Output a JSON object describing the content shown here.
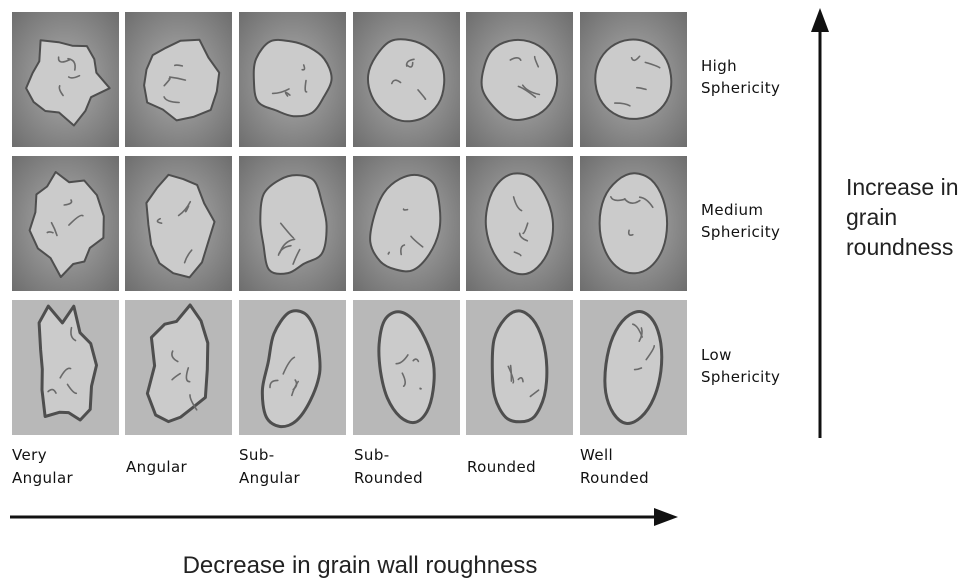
{
  "diagram": {
    "row_labels": [
      {
        "line1": "High",
        "line2": "Sphericity"
      },
      {
        "line1": "Medium",
        "line2": "Sphericity"
      },
      {
        "line1": "Low",
        "line2": "Sphericity"
      }
    ],
    "column_labels": [
      {
        "line1": "Very",
        "line2": "Angular"
      },
      {
        "line1": "",
        "line2": "Angular"
      },
      {
        "line1": "Sub-",
        "line2": "Angular"
      },
      {
        "line1": "Sub-",
        "line2": "Rounded"
      },
      {
        "line1": "",
        "line2": "Rounded"
      },
      {
        "line1": "Well",
        "line2": "Rounded"
      }
    ],
    "vertical_axis": {
      "line1": "Increase in",
      "line2": "grain",
      "line3": "roundness"
    },
    "horizontal_axis": "Decrease in grain wall roughness",
    "colors": {
      "grain_fill": "#cbcbcb",
      "grain_outline": "#4e4e4e",
      "cell_bg_dark": "#6e6e6e",
      "cell_bg_light": "#adadad",
      "arrow": "#111111"
    }
  }
}
